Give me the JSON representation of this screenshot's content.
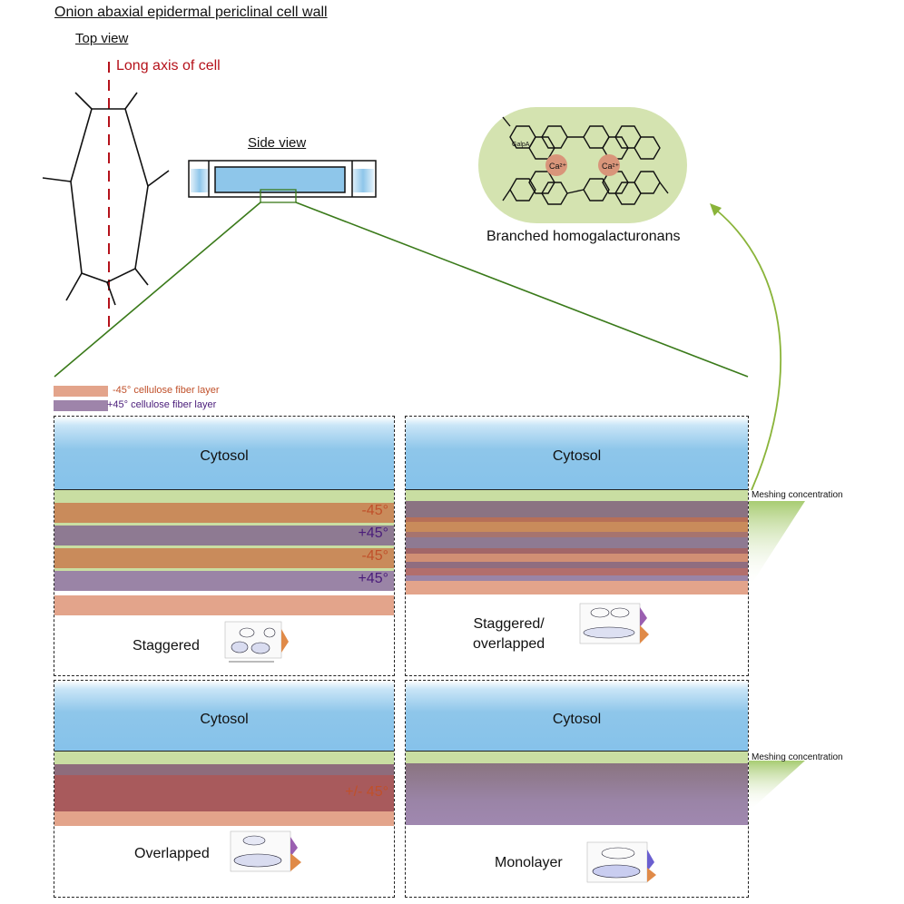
{
  "header": {
    "title": "Onion abaxial epidermal periclinal cell wall",
    "top_view": "Top view",
    "long_axis": "Long axis of cell",
    "side_view": "Side view"
  },
  "homogalacturonan": {
    "galpa": "GalpA",
    "ca_label": "Ca²⁺",
    "caption": "Branched homogalacturonans"
  },
  "legend": {
    "minus45": "-45° cellulose fiber layer",
    "plus45": "+45° cellulose fiber layer"
  },
  "panels": {
    "staggered": {
      "cytosol": "Cytosol",
      "labels": [
        "-45°",
        "+45°",
        "-45°",
        "+45°"
      ],
      "name": "Staggered"
    },
    "staggered_overlapped": {
      "cytosol": "Cytosol",
      "name_line1": "Staggered/",
      "name_line2": "overlapped",
      "meshing": "Meshing concentration"
    },
    "overlapped": {
      "cytosol": "Cytosol",
      "label": "+/- 45°",
      "name": "Overlapped"
    },
    "monolayer": {
      "cytosol": "Cytosol",
      "name": "Monolayer",
      "meshing": "Meshing concentration"
    }
  },
  "colors": {
    "cytosol": "#8ec6ea",
    "pectin_green": "#c9dea2",
    "minus45_layer": "#e3a48b",
    "plus45_layer": "#9e84aa",
    "zoom_line": "#3a7a1a",
    "arrow": "#8ab43a",
    "axis_red": "#b5121b"
  }
}
